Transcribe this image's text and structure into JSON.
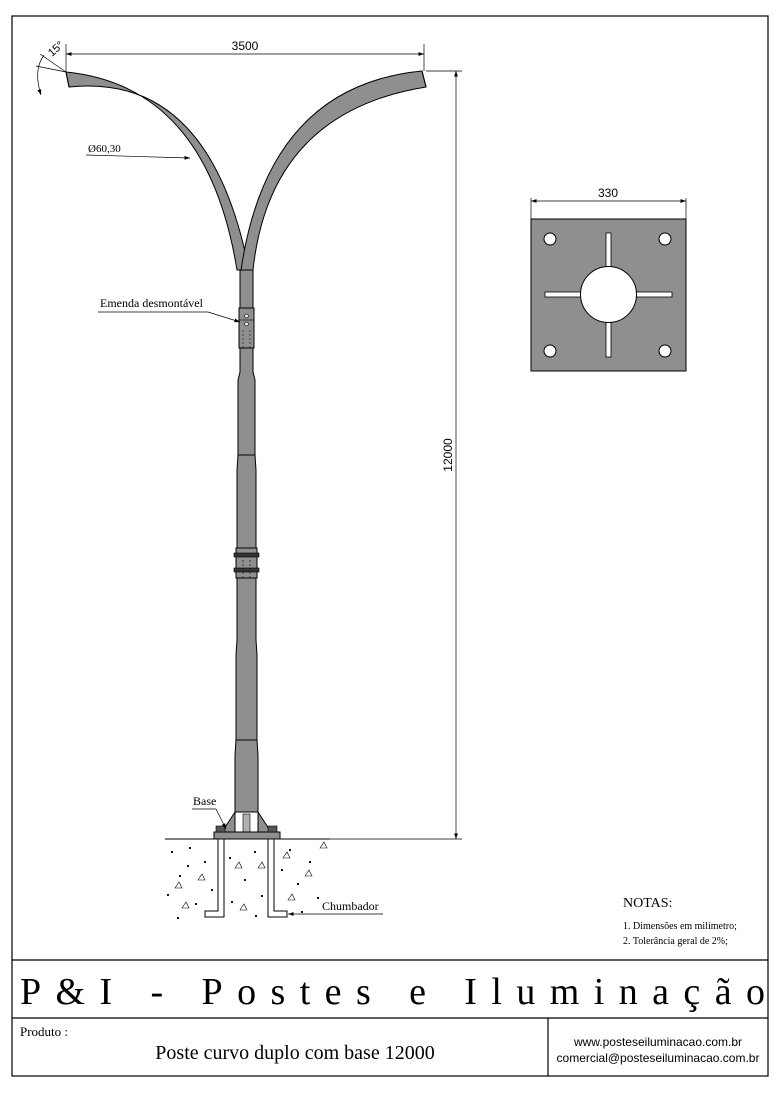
{
  "drawing": {
    "dimensions": {
      "width": "3500",
      "height": "12000",
      "angle": "15°",
      "diameter": "Ø60,30",
      "plate_width": "330"
    },
    "labels": {
      "joint": "Emenda desmontável",
      "base": "Base",
      "anchor": "Chumbador"
    },
    "notes": {
      "title": "NOTAS:",
      "items": [
        "1. Dimensões em milímetro;",
        "2. Tolerância geral de 2%;"
      ]
    }
  },
  "title_block": {
    "company": "P&I - Postes e Iluminação",
    "product_label": "Produto :",
    "product_name": "Poste curvo duplo com base 12000",
    "website": "www.posteseiluminacao.com.br",
    "email": "comercial@posteseiluminacao.com.br"
  },
  "colors": {
    "steel_fill": "#8f8f8f",
    "line": "#000000",
    "background": "#ffffff"
  }
}
